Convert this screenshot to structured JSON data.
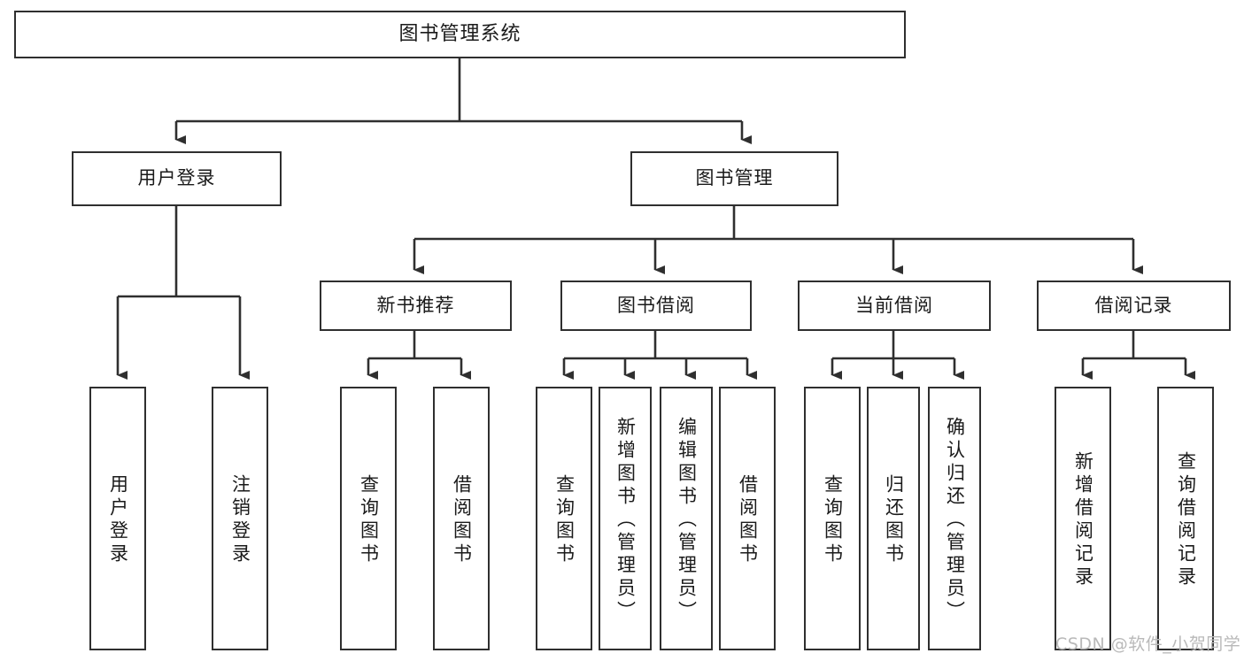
{
  "diagram": {
    "title": "图书管理系统",
    "watermark": "CSDN @软件_小贺同学",
    "colors": {
      "border": "#2f2f2f",
      "background": "#ffffff",
      "text": "#1a1a1a",
      "connector": "#2f2f2f",
      "watermark": "#b9b9b9"
    },
    "nodes": {
      "root": {
        "label": "图书管理系统"
      },
      "level2": [
        {
          "label": "用户登录"
        },
        {
          "label": "图书管理"
        }
      ],
      "level3": [
        {
          "label": "新书推荐"
        },
        {
          "label": "图书借阅"
        },
        {
          "label": "当前借阅"
        },
        {
          "label": "借阅记录"
        }
      ],
      "leaves": {
        "user_login": [
          {
            "label": "用户登录"
          },
          {
            "label": "注销登录"
          }
        ],
        "new_book_recommend": [
          {
            "label": "查询图书"
          },
          {
            "label": "借阅图书"
          }
        ],
        "book_borrow": [
          {
            "label": "查询图书"
          },
          {
            "label": "新增图书（管理员）"
          },
          {
            "label": "编辑图书（管理员）"
          },
          {
            "label": "借阅图书"
          }
        ],
        "current_borrow": [
          {
            "label": "查询图书"
          },
          {
            "label": "归还图书"
          },
          {
            "label": "确认归还（管理员）"
          }
        ],
        "borrow_record": [
          {
            "label": "新增借阅记录"
          },
          {
            "label": "查询借阅记录"
          }
        ]
      }
    }
  }
}
